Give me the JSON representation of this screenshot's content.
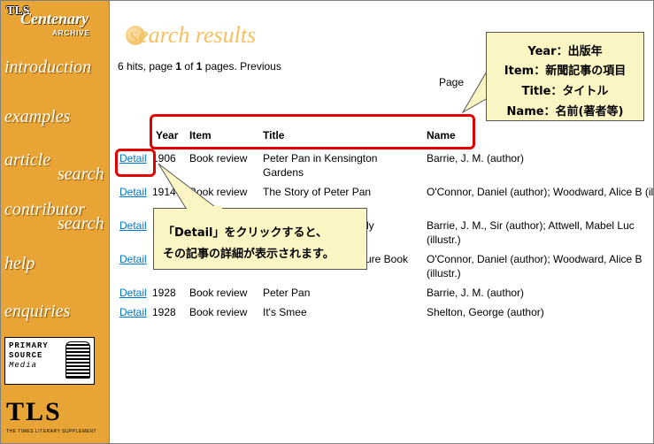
{
  "sidebar": {
    "brand_tls": "TLS",
    "brand_centenary": "Centenary",
    "brand_archive": "ARCHIVE",
    "nav": [
      {
        "id": "introduction",
        "lines": [
          "introduction"
        ]
      },
      {
        "id": "examples",
        "lines": [
          "examples"
        ]
      },
      {
        "id": "article-search",
        "lines": [
          "article",
          "search"
        ]
      },
      {
        "id": "contributor-search",
        "lines": [
          "contributor",
          "search"
        ]
      },
      {
        "id": "help",
        "lines": [
          "help"
        ]
      },
      {
        "id": "enquiries",
        "lines": [
          "enquiries"
        ]
      }
    ],
    "psm_line1": "PRIMARY",
    "psm_line2": "SOURCE",
    "psm_line3": "Media",
    "tls_logo": "TLS",
    "tls_sub": "THE TIMES LITERARY SUPPLEMENT"
  },
  "main": {
    "heading": "search results",
    "hits_prefix": "6 hits, page ",
    "hits_page": "1",
    "hits_mid": " of ",
    "hits_total": "1",
    "hits_suffix": " pages. ",
    "previous": "Previous",
    "page_label": "Page"
  },
  "table": {
    "headers": {
      "year": "Year",
      "item": "Item",
      "title": "Title",
      "name": "Name"
    },
    "rows": [
      {
        "detail": "Detail",
        "year": "1906",
        "item": "Book review",
        "title": "Peter Pan in Kensington Gardens",
        "name": "Barrie, J. M. (author)"
      },
      {
        "detail": "Detail",
        "year": "1914",
        "item": "Book review",
        "title": "The Story of Peter Pan",
        "name": "O'Connor, Daniel (author); Woodward, Alice B (illustr.)"
      },
      {
        "detail": "Detail",
        "year": "",
        "item": "",
        "title": "dy",
        "name": "Barrie, J. M., Sir (author); Attwell, Mabel Luc (illustr.)"
      },
      {
        "detail": "Detail",
        "year": "",
        "item": "",
        "title": "ure Book",
        "name": "O'Connor, Daniel (author); Woodward, Alice B (illustr.)"
      },
      {
        "detail": "Detail",
        "year": "1928",
        "item": "Book review",
        "title": "Peter Pan",
        "name": "Barrie, J. M. (author)"
      },
      {
        "detail": "Detail",
        "year": "1928",
        "item": "Book review",
        "title": "It's Smee",
        "name": "Shelton, George (author)"
      }
    ]
  },
  "callouts": {
    "columns": [
      "Year：出版年",
      "Item：新聞記事の項目",
      "Title：タイトル",
      "Name：名前(著者等)"
    ],
    "detail": [
      "「Detail」をクリックすると、",
      "その記事の詳細が表示されます。"
    ]
  },
  "colors": {
    "sidebar": "#e8a535",
    "heading": "#f5c060",
    "link": "#0077cc",
    "callout": "#fbf5c3",
    "highlight": "#e00000"
  }
}
